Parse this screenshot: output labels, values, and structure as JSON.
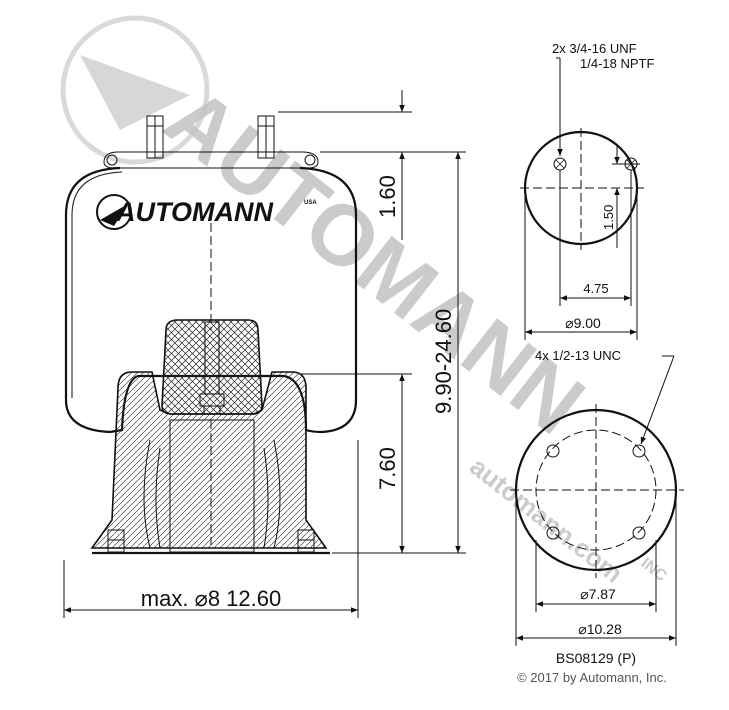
{
  "brand": {
    "logo_text": "AUTOMANN",
    "logo_suffix": "USA",
    "watermark_text": "AUTOMANN",
    "watermark_url": "automann.com",
    "watermark_suffix": "INC"
  },
  "side_view": {
    "dim_top": "1.60",
    "dim_total": "9.90-24.60",
    "dim_lower": "7.60",
    "dim_width": "max. ⌀8 12.60"
  },
  "top_view": {
    "callout_line1": "2x 3/4-16 UNF",
    "callout_line2": "1/4-18 NPTF",
    "dim_offset": "1.50",
    "dim_spacing": "4.75",
    "dim_diameter": "⌀9.00"
  },
  "bottom_view": {
    "callout": "4x 1/2-13 UNC",
    "dim_bolt_circle": "⌀7.87",
    "dim_diameter": "⌀10.28"
  },
  "footer": {
    "part_number": "BS08129 (P)",
    "copyright": "© 2017 by Automann, Inc."
  }
}
